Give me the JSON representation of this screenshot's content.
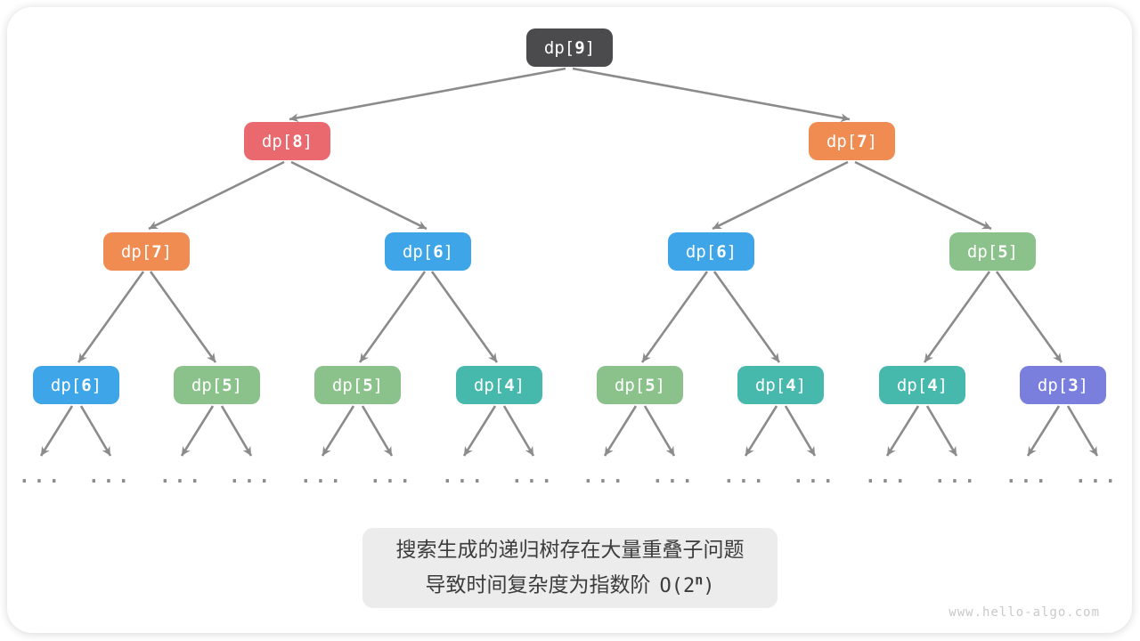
{
  "colors": {
    "root": "#4b4b4d",
    "red": "#e9696e",
    "orange": "#f08b51",
    "blue": "#3da5e8",
    "green": "#8bc18a",
    "teal": "#47b9ac",
    "purple": "#7a7fdd",
    "arrow": "#8b8b8b",
    "caption_bg": "#ececec",
    "caption_text": "#3c3c3c",
    "watermark": "#c9c9c9"
  },
  "tree": {
    "nodes": [
      {
        "pre": "dp[",
        "num": "9",
        "post": "]",
        "color": "root"
      },
      {
        "pre": "dp[",
        "num": "8",
        "post": "]",
        "color": "red"
      },
      {
        "pre": "dp[",
        "num": "7",
        "post": "]",
        "color": "orange"
      },
      {
        "pre": "dp[",
        "num": "7",
        "post": "]",
        "color": "orange"
      },
      {
        "pre": "dp[",
        "num": "6",
        "post": "]",
        "color": "blue"
      },
      {
        "pre": "dp[",
        "num": "6",
        "post": "]",
        "color": "blue"
      },
      {
        "pre": "dp[",
        "num": "5",
        "post": "]",
        "color": "green"
      },
      {
        "pre": "dp[",
        "num": "6",
        "post": "]",
        "color": "blue"
      },
      {
        "pre": "dp[",
        "num": "5",
        "post": "]",
        "color": "green"
      },
      {
        "pre": "dp[",
        "num": "5",
        "post": "]",
        "color": "green"
      },
      {
        "pre": "dp[",
        "num": "4",
        "post": "]",
        "color": "teal"
      },
      {
        "pre": "dp[",
        "num": "5",
        "post": "]",
        "color": "green"
      },
      {
        "pre": "dp[",
        "num": "4",
        "post": "]",
        "color": "teal"
      },
      {
        "pre": "dp[",
        "num": "4",
        "post": "]",
        "color": "teal"
      },
      {
        "pre": "dp[",
        "num": "3",
        "post": "]",
        "color": "purple"
      }
    ],
    "ellipsis": "..."
  },
  "caption": {
    "line1": "搜索生成的递归树存在大量重叠子问题",
    "line2_text": "导致时间复杂度为指数阶",
    "formula_base": "O(2",
    "formula_exponent": "n",
    "formula_close": ")"
  },
  "footer": {
    "watermark": "www.hello-algo.com"
  }
}
